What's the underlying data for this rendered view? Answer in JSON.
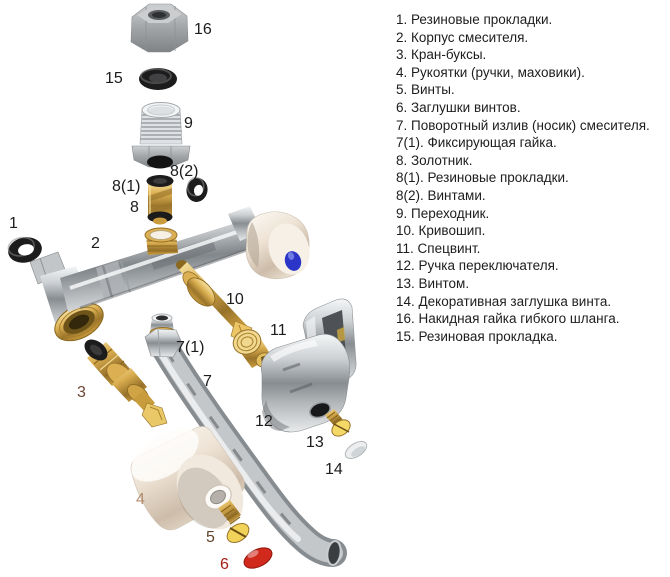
{
  "diagram": {
    "labels": {
      "l16": "16",
      "l15": "15",
      "l9": "9",
      "l8_2": "8(2)",
      "l8_1": "8(1)",
      "l8": "8",
      "l1": "1",
      "l2": "2",
      "l10": "10",
      "l11": "11",
      "l7_1": "7(1)",
      "l7": "7",
      "l3": "3",
      "l12": "12",
      "l13": "13",
      "l14": "14",
      "l4": "4",
      "l5": "5",
      "l6": "6"
    }
  },
  "legend": {
    "items": [
      "1. Резиновые прокладки.",
      "2. Корпус смесителя.",
      "3. Кран-буксы.",
      "4. Рукоятки (ручки, маховики).",
      "5. Винты.",
      "6. Заглушки винтов.",
      "7. Поворотный излив (носик) смесителя.",
      "7(1). Фиксирующая гайка.",
      "8. Золотник.",
      "8(1). Резиновые прокладки.",
      "8(2). Винтами.",
      "9. Переходник.",
      "10. Кривошип.",
      "11. Спецвинт.",
      "12. Ручка переключателя.",
      "13. Винтом.",
      "14. Декоративная заглушка винта.",
      "16. Накидная гайка гибкого шланга.",
      "15. Резиновая прокладка."
    ]
  },
  "colors": {
    "background": "#ffffff",
    "chrome": "#b9bdc1",
    "brass": "#c89b3c",
    "cream_handle": "#ece1d2",
    "rubber_black": "#1c1c1c",
    "blue_indicator": "#2b36c9",
    "red_cap": "#d12a1c",
    "label_black": "#1c1c1c",
    "label_brown": "#6b4636",
    "label_tan": "#b28b6d",
    "label_dark_brown": "#5e452d",
    "label_red": "#a22016",
    "legend_text": "#1d1d1d"
  }
}
